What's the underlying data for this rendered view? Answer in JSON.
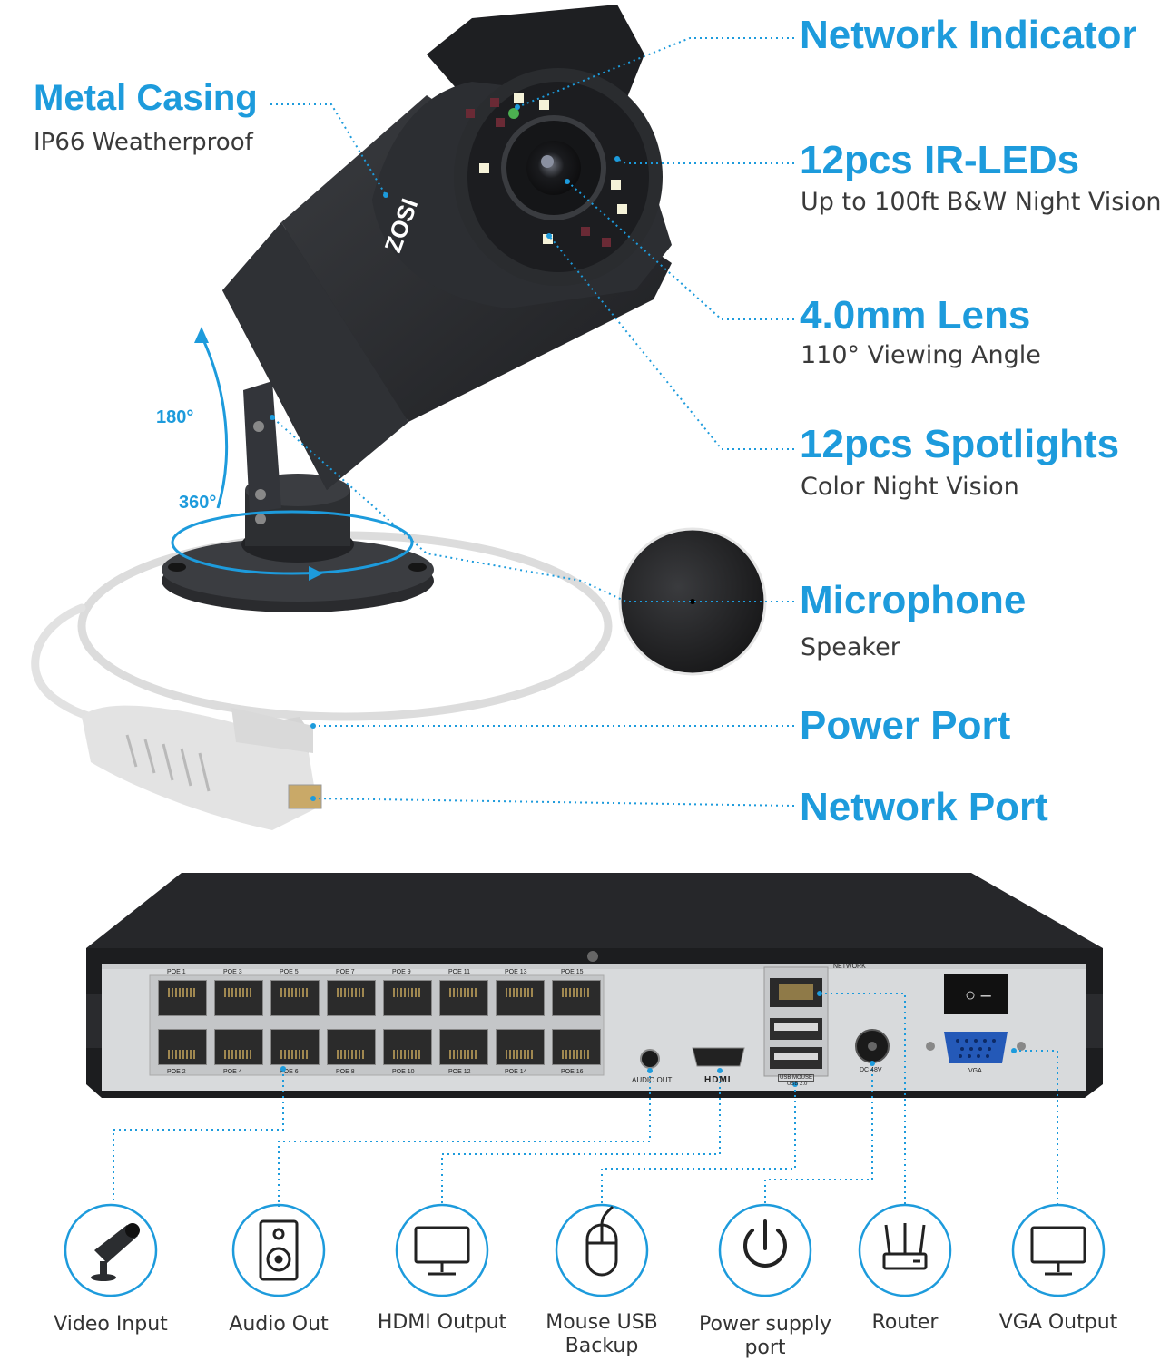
{
  "camera_features": {
    "metal_casing": {
      "title": "Metal Casing",
      "sub": "IP66 Weatherproof"
    },
    "network_indicator": {
      "title": "Network Indicator"
    },
    "ir_leds": {
      "title": "12pcs IR-LEDs",
      "sub": "Up to 100ft B&W Night Vision"
    },
    "lens": {
      "title": "4.0mm Lens",
      "sub": "110° Viewing Angle"
    },
    "spotlights": {
      "title": "12pcs Spotlights",
      "sub": "Color Night Vision"
    },
    "microphone": {
      "title": "Microphone",
      "sub": "Speaker"
    },
    "power_port": {
      "title": "Power Port"
    },
    "network_port": {
      "title": "Network Port"
    }
  },
  "rotation": {
    "tilt": "180°",
    "pan": "360°"
  },
  "camera_brand": "ZOSI",
  "nvr": {
    "poe_top": [
      "POE 1",
      "POE 3",
      "POE 5",
      "POE 7",
      "POE 9",
      "POE 11",
      "POE 13",
      "POE 15"
    ],
    "poe_bottom": [
      "POE 2",
      "POE 4",
      "POE 6",
      "POE 8",
      "POE 10",
      "POE 12",
      "POE 14",
      "POE 16"
    ],
    "audio_out": "AUDIO OUT",
    "hdmi": "HDMI",
    "network": "NETWORK",
    "usb_mouse": "USB MOUSE",
    "usb_2": "USB 2.0",
    "dc": "DC 48V",
    "vga": "VGA"
  },
  "interfaces": [
    {
      "icon": "camera-icon",
      "label": "Video Input"
    },
    {
      "icon": "speaker-icon",
      "label": "Audio Out"
    },
    {
      "icon": "monitor-icon",
      "label": "HDMI Output"
    },
    {
      "icon": "mouse-icon",
      "label": "Mouse USB Backup"
    },
    {
      "icon": "power-icon",
      "label": "Power supply port"
    },
    {
      "icon": "router-icon",
      "label": "Router"
    },
    {
      "icon": "monitor-icon",
      "label": "VGA Output"
    }
  ],
  "interface_labels": {
    "video": "Video Input",
    "audio": "Audio Out",
    "hdmi": "HDMI Output",
    "mouse_1": "Mouse USB",
    "mouse_2": "Backup",
    "power_1": "Power supply",
    "power_2": "port",
    "router": "Router",
    "vga": "VGA Output"
  },
  "colors": {
    "accent": "#1d9bdc",
    "camera": "#2b2d30",
    "nvr": "#1f2022",
    "panel": "#d8dadc"
  }
}
